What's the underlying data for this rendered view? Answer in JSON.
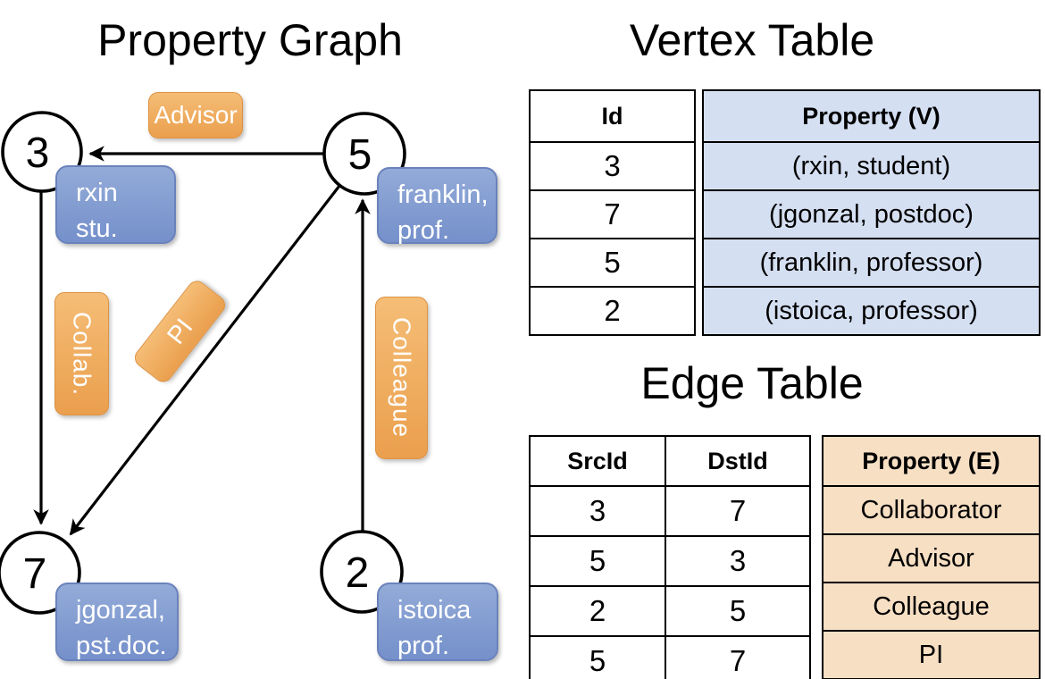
{
  "graph": {
    "title": "Property Graph",
    "nodes": [
      {
        "id": "3",
        "lines": [
          "rxin",
          "stu."
        ]
      },
      {
        "id": "5",
        "lines": [
          "franklin,",
          "prof."
        ]
      },
      {
        "id": "7",
        "lines": [
          "jgonzal,",
          "pst.doc."
        ]
      },
      {
        "id": "2",
        "lines": [
          "istoica",
          "prof."
        ]
      }
    ],
    "edge_labels": {
      "advisor": "Advisor",
      "collab": "Collab.",
      "pi": "PI",
      "colleague": "Colleague"
    }
  },
  "vertex_table": {
    "title": "Vertex Table",
    "columns": [
      "Id",
      "Property (V)"
    ],
    "rows": [
      [
        "3",
        "(rxin, student)"
      ],
      [
        "7",
        "(jgonzal, postdoc)"
      ],
      [
        "5",
        "(franklin, professor)"
      ],
      [
        "2",
        "(istoica, professor)"
      ]
    ]
  },
  "edge_table": {
    "title": "Edge Table",
    "columns": [
      "SrcId",
      "DstId",
      "Property (E)"
    ],
    "rows": [
      [
        "3",
        "7",
        "Collaborator"
      ],
      [
        "5",
        "3",
        "Advisor"
      ],
      [
        "2",
        "5",
        "Colleague"
      ],
      [
        "5",
        "7",
        "PI"
      ]
    ]
  },
  "colors": {
    "orange_top": "#f5bd76",
    "orange_bottom": "#ea9f4d",
    "orange_border": "#dd9243",
    "blue_top": "#93abd8",
    "blue_bottom": "#7590cb",
    "blue_border": "#6a82bc",
    "vertex_cell_bg": "#d5dff2",
    "edge_cell_bg": "#f7dfc4",
    "text_on_badge": "#ffffff",
    "table_border": "#000000",
    "title_text": "#000000",
    "line": "#000000"
  }
}
